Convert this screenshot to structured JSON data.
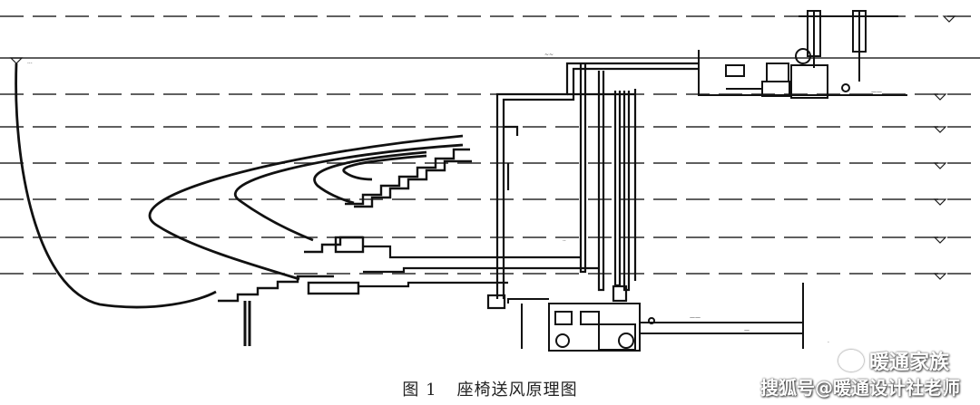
{
  "figure": {
    "caption_number": "图 1",
    "caption_title": "座椅送风原理图"
  },
  "watermark": {
    "brand": "暖通家族",
    "logo_icon": "chat-bubble-icon",
    "source": "搜狐号@暖通设计社老师"
  },
  "colors": {
    "line": "#1a1a1a",
    "dash": "#2a2a2a",
    "background": "#ffffff"
  }
}
